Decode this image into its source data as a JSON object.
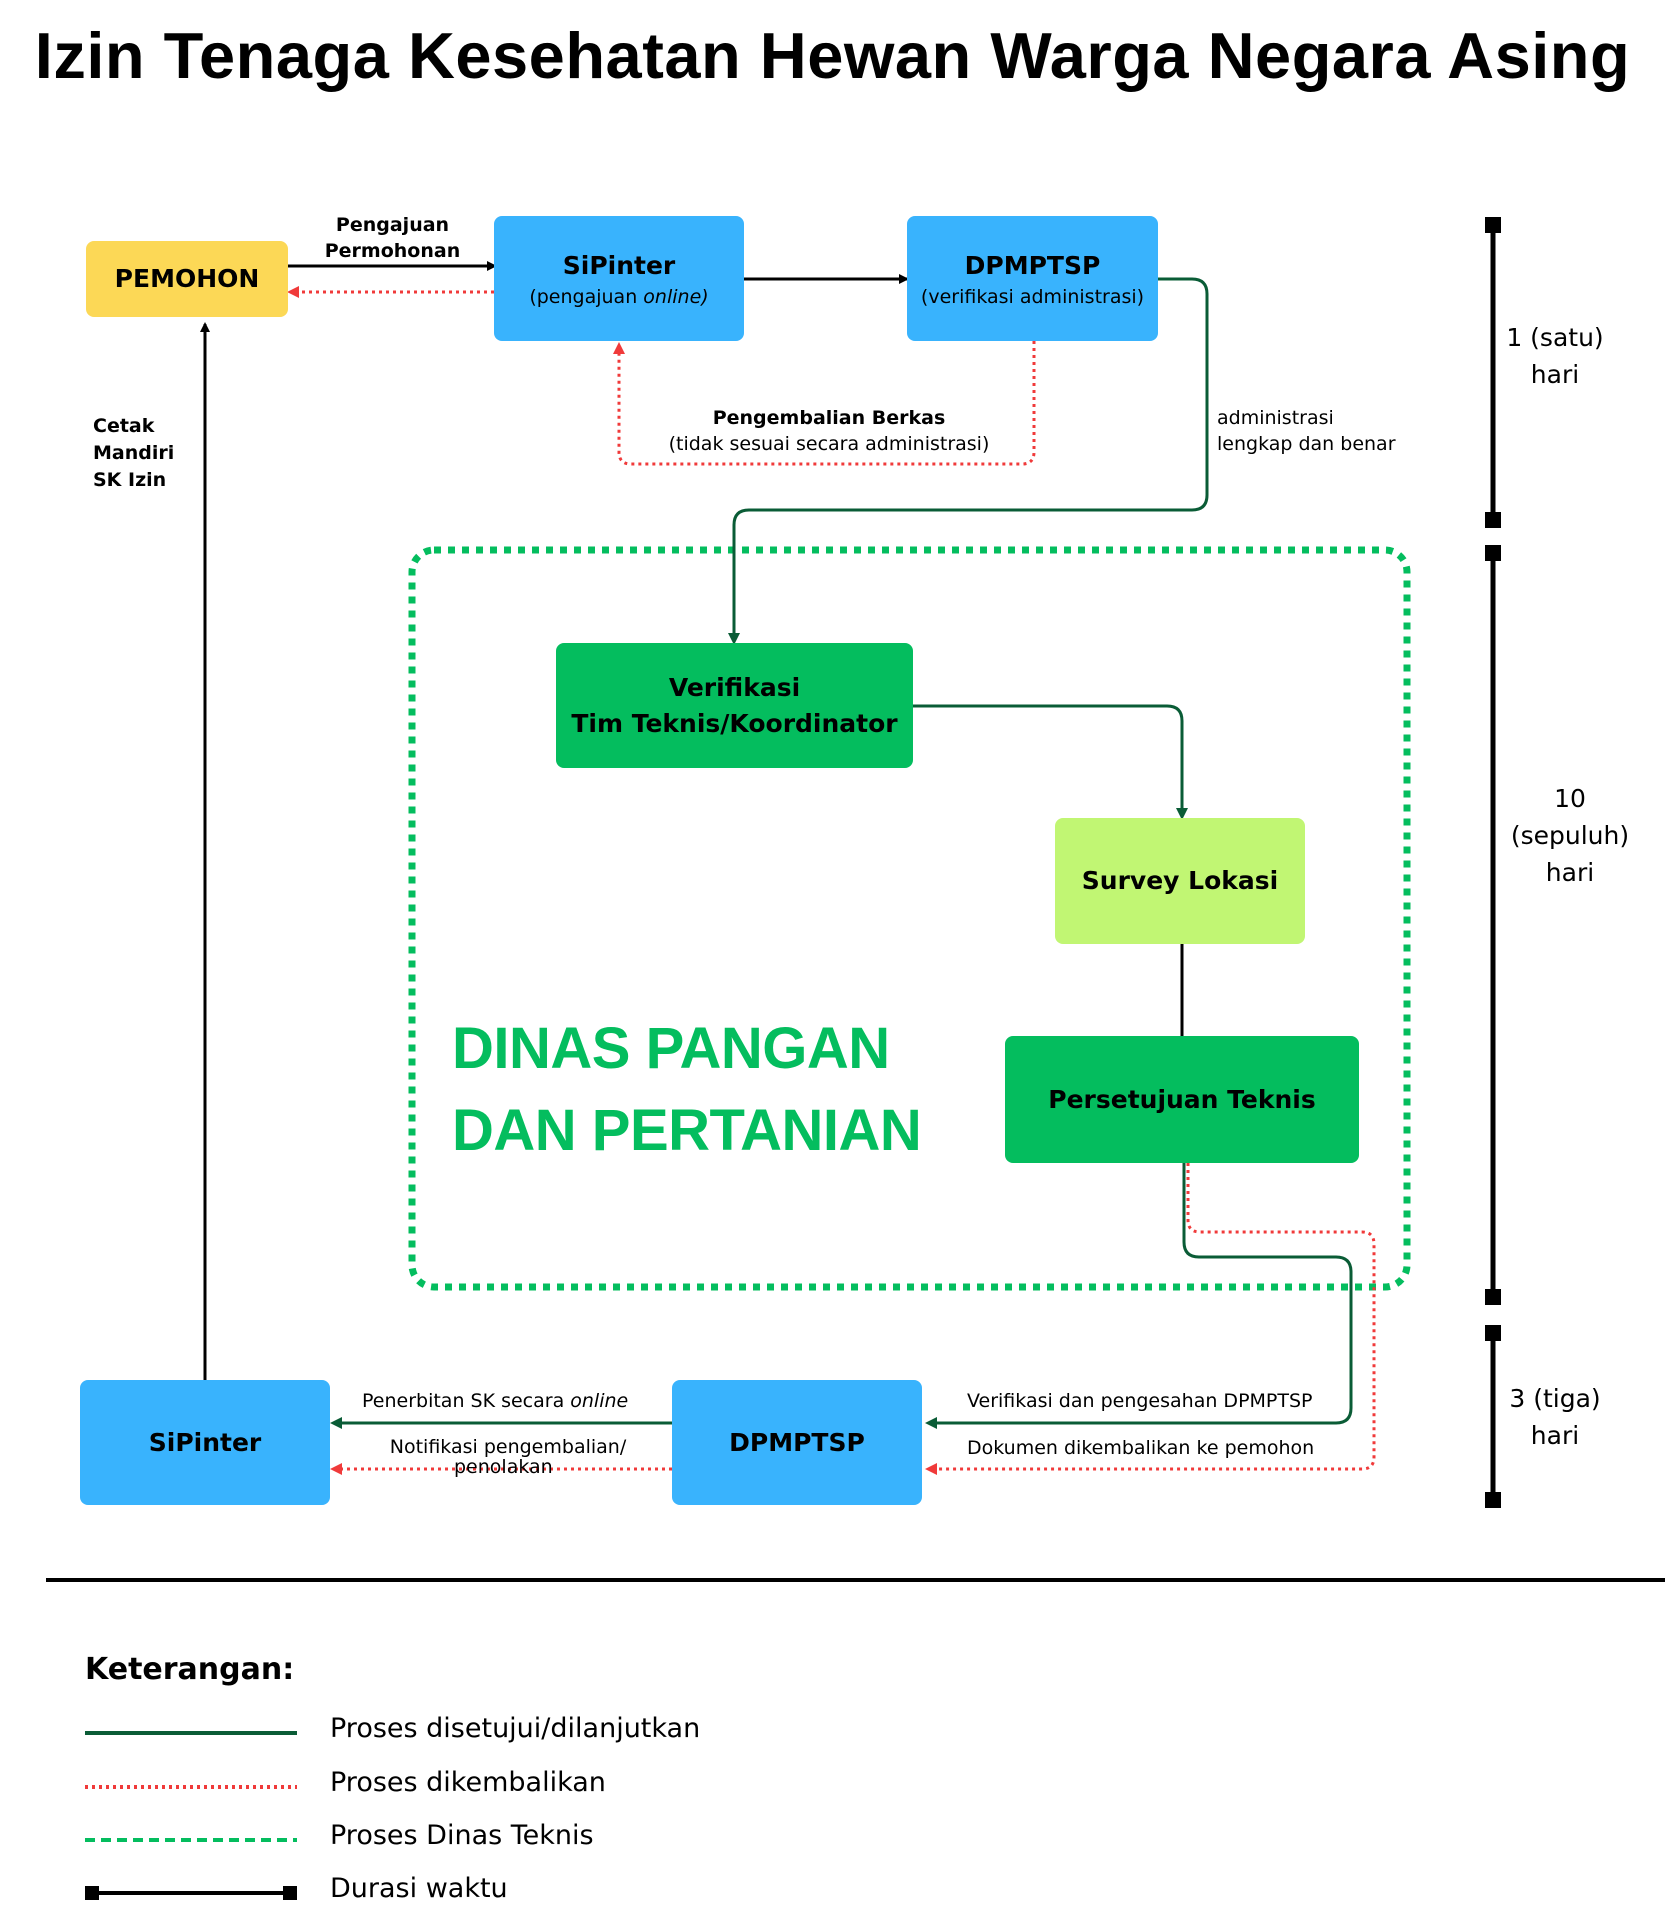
{
  "title": "Izin Tenaga Kesehatan Hewan Warga Negara Asing",
  "nodes": {
    "pemohon": "PEMOHON",
    "sipinter_top": {
      "title": "SiPinter",
      "sub_prefix": "(pengajuan ",
      "sub_italic": "online)"
    },
    "dpmptsp_top": {
      "title": "DPMPTSP",
      "sub": "(verifikasi administrasi)"
    },
    "verifikasi": {
      "line1": "Verifikasi",
      "line2": "Tim Teknis/Koordinator"
    },
    "survey": "Survey Lokasi",
    "persetujuan": "Persetujuan Teknis",
    "sipinter_bottom": "SiPinter",
    "dpmptsp_bottom": "DPMPTSP"
  },
  "edge_labels": {
    "pengajuan_line1": "Pengajuan",
    "pengajuan_line2": "Permohonan",
    "pengembalian_title": "Pengembalian Berkas",
    "pengembalian_sub": "(tidak sesuai secara administrasi)",
    "administrasi_line1": "administrasi",
    "administrasi_line2": "lengkap dan benar",
    "cetak_line1": "Cetak",
    "cetak_line2": "Mandiri",
    "cetak_line3": "SK Izin",
    "penerbitan_prefix": "Penerbitan SK secara ",
    "penerbitan_italic": "online",
    "notifikasi_line1": "Notifikasi pengembalian/",
    "notifikasi_line2": "penolakan",
    "verifikasi_pengesahan": "Verifikasi dan pengesahan DPMPTSP",
    "dokumen_dikembalikan": "Dokumen dikembalikan ke pemohon"
  },
  "region_label": {
    "line1": "DINAS PANGAN",
    "line2": "DAN PERTANIAN"
  },
  "durations": {
    "d1": {
      "line1": "1 (satu)",
      "line2": "hari"
    },
    "d2": {
      "line1": "10",
      "line2": "(sepuluh)",
      "line3": "hari"
    },
    "d3": {
      "line1": "3 (tiga)",
      "line2": "hari"
    }
  },
  "legend": {
    "title": "Keterangan:",
    "items": [
      {
        "label": "Proses disetujui/dilanjutkan",
        "style": "solid-green"
      },
      {
        "label": "Proses dikembalikan",
        "style": "dotted-red"
      },
      {
        "label": "Proses Dinas Teknis",
        "style": "dashed-green"
      },
      {
        "label": "Durasi waktu",
        "style": "black-with-end-squares"
      }
    ]
  },
  "colors": {
    "blue": "#39b3fd",
    "yellow": "#fcd856",
    "green": "#04bd5e",
    "lime": "#c1f673",
    "dark_green_line": "#0a5c36",
    "red_dotted": "#f03a3a",
    "dinas_text": "#04bd5e",
    "black": "#000000"
  }
}
